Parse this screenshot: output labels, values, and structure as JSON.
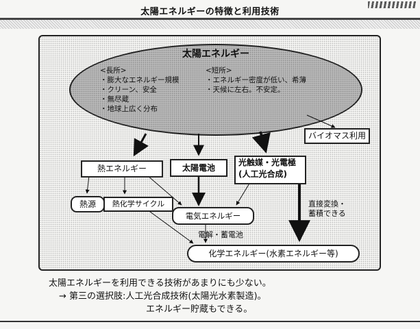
{
  "page": {
    "title": "太陽エネルギーの特徴と利用技術"
  },
  "ellipse": {
    "title": "太陽エネルギー",
    "pros_heading": "<長所>",
    "pros": [
      "・膨大なエネルギー規模",
      "・クリーン、安全",
      "・無尽蔵",
      "・地球上広く分布"
    ],
    "cons_heading": "<短所>",
    "cons": [
      "・エネルギー密度が低い、希薄",
      "・天候に左右。不安定。"
    ]
  },
  "boxes": {
    "biomass": "バイオマス利用",
    "heat_energy": "熱エネルギー",
    "solar_cell": "太陽電池",
    "photocatalyst_line1": "光触媒・光電極",
    "photocatalyst_line2": "(人工光合成)",
    "heat_source": "熱源",
    "thermochemical": "熱化学サイクル",
    "electric_energy": "電気エネルギー",
    "chemical_energy": "化学エネルギー(水素エネルギー等)"
  },
  "labels": {
    "direct_line1": "直接変換・",
    "direct_line2": "蓄積できる",
    "electrolysis": "電解・蓄電池"
  },
  "bottom": {
    "line1": "太陽エネルギーを利用できる技術があまりにも少ない。",
    "line2": "→ 第三の選択肢:人工光合成技術(太陽光水素製造)。",
    "line3": "エネルギー貯蔵もできる。"
  }
}
